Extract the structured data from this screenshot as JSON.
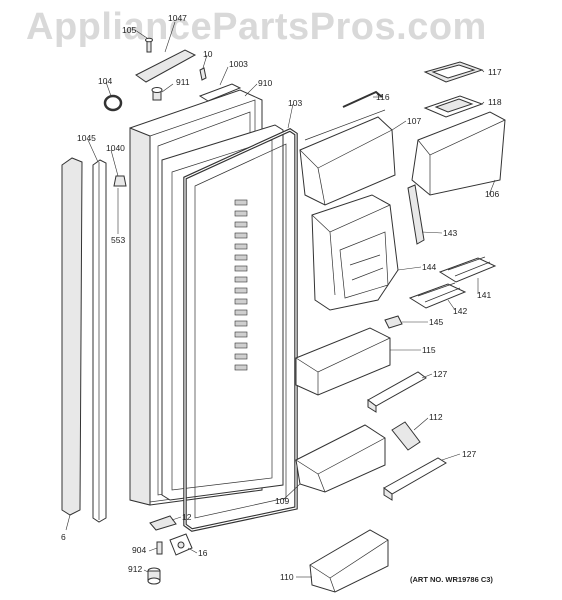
{
  "watermark": "AppliancePartsPros.com",
  "art_number": "(ART NO. WR19786 C3)",
  "callouts": {
    "c105": "105",
    "c1047": "1047",
    "c10": "10",
    "c1003": "1003",
    "c104": "104",
    "c911": "911",
    "c910": "910",
    "c103": "103",
    "c1045": "1045",
    "c1040": "1040",
    "c553": "553",
    "c6": "6",
    "c12": "12",
    "c904": "904",
    "c16": "16",
    "c912": "912",
    "c117": "117",
    "c118": "118",
    "c116": "116",
    "c107": "107",
    "c106": "106",
    "c143": "143",
    "c144": "144",
    "c141": "141",
    "c142": "142",
    "c145": "145",
    "c115": "115",
    "c127a": "127",
    "c112": "112",
    "c127b": "127",
    "c109": "109",
    "c110": "110"
  }
}
